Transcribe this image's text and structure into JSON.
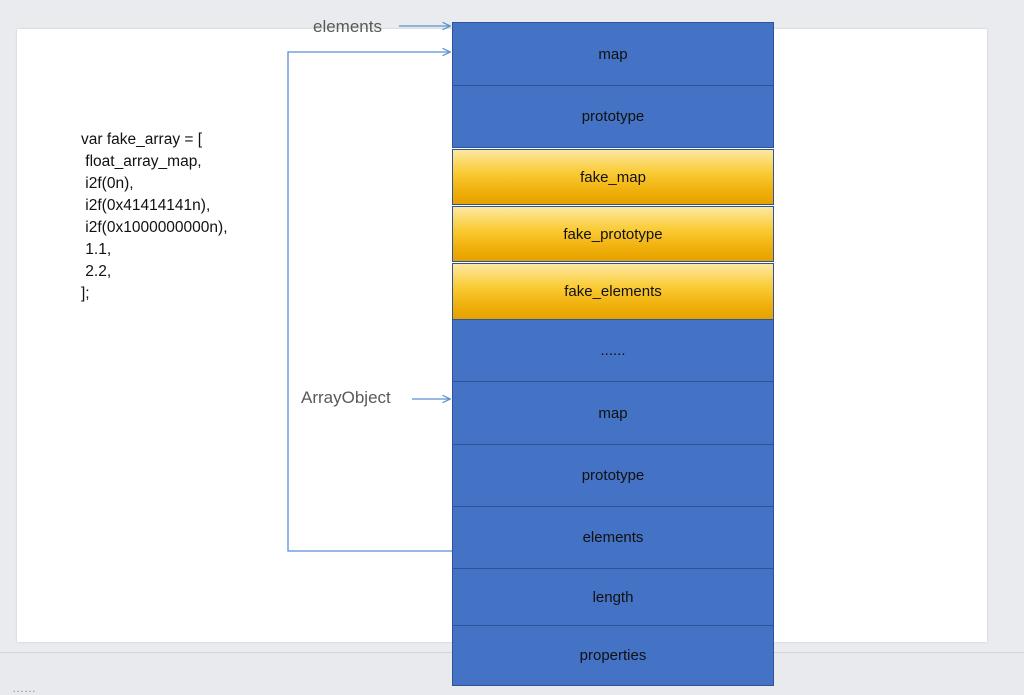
{
  "slide": {
    "code": {
      "lines": [
        "var fake_array = [",
        " float_array_map,",
        " i2f(0n),",
        " i2f(0x41414141n),",
        " i2f(0x1000000000n),",
        " 1.1,",
        " 2.2,",
        "];"
      ],
      "text": "var fake_array = [\n float_array_map,\n i2f(0n),\n i2f(0x41414141n),\n i2f(0x1000000000n),\n 1.1,\n 2.2,\n];"
    },
    "annotations": {
      "elements": "elements",
      "array_object": "ArrayObject"
    },
    "memory_rows": [
      {
        "label": "map",
        "kind": "blue",
        "height": 64
      },
      {
        "label": "prototype",
        "kind": "blue",
        "height": 62
      },
      {
        "label": "fake_map",
        "kind": "orange",
        "height": 56
      },
      {
        "label": "fake_prototype",
        "kind": "orange",
        "height": 56
      },
      {
        "label": "fake_elements",
        "kind": "orange",
        "height": 57
      },
      {
        "label": "......",
        "kind": "blue",
        "height": 62
      },
      {
        "label": "map",
        "kind": "blue",
        "height": 63
      },
      {
        "label": "prototype",
        "kind": "blue",
        "height": 62
      },
      {
        "label": "elements",
        "kind": "blue",
        "height": 62
      },
      {
        "label": "length",
        "kind": "blue",
        "height": 57
      },
      {
        "label": "properties",
        "kind": "blue",
        "height": 60
      }
    ]
  },
  "colors": {
    "blue_fill": "#4472C4",
    "blue_stroke": "#2E5396",
    "orange_light": "#FDE8A2",
    "orange_dark": "#E5A200",
    "wire": "#5B8FD4",
    "canvas": "#FFFFFF",
    "app_background": "#E8EAED",
    "label_text": "#595959"
  },
  "bottom": {
    "caption": "……"
  }
}
